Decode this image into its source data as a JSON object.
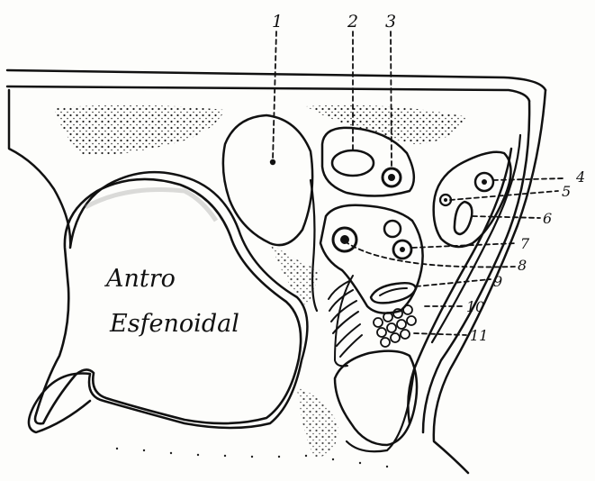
{
  "labels": {
    "n1": "1",
    "n2": "2",
    "n3": "3",
    "n4": "4",
    "n5": "5",
    "n6": "6",
    "n7": "7",
    "n8": "8",
    "n9": "9",
    "n10": "10",
    "n11": "11"
  },
  "caption": {
    "line1": "Antro",
    "line2": "Esfenoidal"
  }
}
